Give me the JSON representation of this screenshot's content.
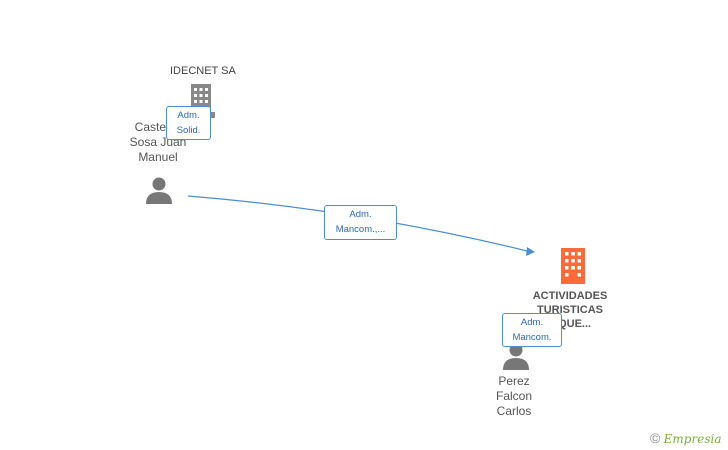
{
  "companies": {
    "idecnet": {
      "name": "IDECNET SA",
      "icon": "building-icon",
      "color": "#888888"
    },
    "actividades": {
      "name_lines": [
        "ACTIVIDADES",
        "TURISTICAS",
        "...QUE..."
      ],
      "icon": "building-icon",
      "color": "#ff6a3a"
    }
  },
  "persons": {
    "castell": {
      "name_lines": [
        "Castell...",
        "Sosa Juan",
        "Manuel"
      ],
      "icon": "person-icon"
    },
    "perez": {
      "name_lines": [
        "Perez",
        "Falcon",
        "Carlos"
      ],
      "icon": "person-icon"
    }
  },
  "badges": {
    "solid": {
      "line1": "Adm.",
      "line2": "Solid."
    },
    "mancom_edge": {
      "line1": "Adm.",
      "line2": "Mancom.,..."
    },
    "mancom_perez": {
      "line1": "Adm.",
      "line2": "Mancom."
    }
  },
  "watermark": {
    "symbol": "©",
    "brand": "Empresia"
  },
  "colors": {
    "edge": "#4a8fd6",
    "person": "#777777"
  }
}
